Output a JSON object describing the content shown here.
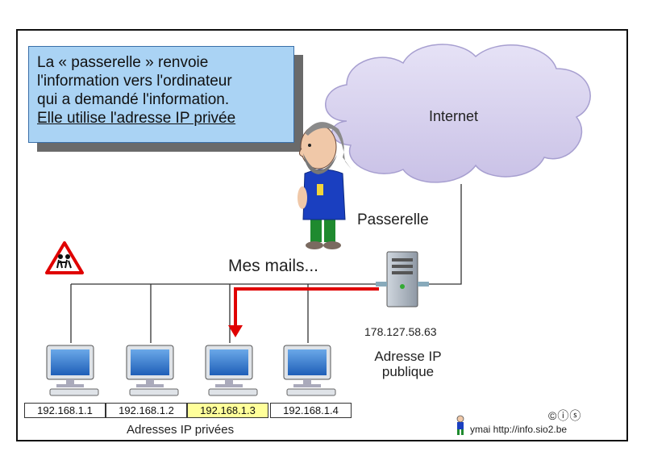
{
  "callout": {
    "lines": [
      "La « passerelle » renvoie",
      "l'information vers l'ordinateur",
      "qui a demandé l'information.",
      "Elle utilise l'adresse IP privée"
    ]
  },
  "cloud_label": "Internet",
  "gateway_label": "Passerelle",
  "message_label": "Mes mails...",
  "public_ip": {
    "address": "178.127.58.63",
    "label_line1": "Adresse IP",
    "label_line2": "publique"
  },
  "computers": [
    {
      "ip": "192.168.1.1",
      "highlighted": false
    },
    {
      "ip": "192.168.1.2",
      "highlighted": false
    },
    {
      "ip": "192.168.1.3",
      "highlighted": true
    },
    {
      "ip": "192.168.1.4",
      "highlighted": false
    }
  ],
  "private_ips_label": "Adresses IP privées",
  "credit": "ymai http://info.sio2.be",
  "license_glyphs": "©ⓘⓢ",
  "colors": {
    "callout_bg": "#aad3f4",
    "cloud": "#d7d1ee",
    "highlight": "#ffff9a",
    "return_arrow": "#e00000",
    "shirt": "#1a3fc0"
  }
}
